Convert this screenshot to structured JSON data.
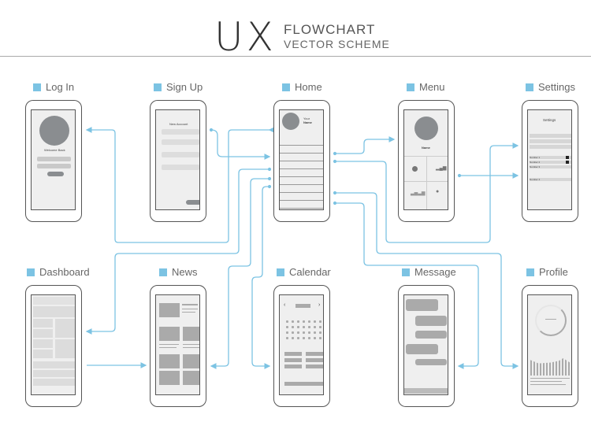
{
  "header": {
    "title": "UX",
    "subtitle_1": "FLOWCHART",
    "subtitle_2": "VECTOR SCHEME"
  },
  "screens": {
    "login": {
      "label": "Log In",
      "welcome": "Welcome Back"
    },
    "signup": {
      "label": "Sign Up",
      "heading": "New Account"
    },
    "home": {
      "label": "Home",
      "your": "Your",
      "name": "Name"
    },
    "menu": {
      "label": "Menu",
      "name": "Name"
    },
    "settings": {
      "label": "Settings",
      "heading": "Settings",
      "numbers": [
        "Number 1",
        "Number 2",
        "Number 3",
        "Number 4"
      ]
    },
    "dashboard": {
      "label": "Dashboard"
    },
    "news": {
      "label": "News"
    },
    "calendar": {
      "label": "Calendar",
      "prev": "‹",
      "next": "›"
    },
    "message": {
      "label": "Message"
    },
    "profile": {
      "label": "Profile"
    }
  },
  "colors": {
    "accent": "#7cc3e3",
    "outline": "#555555",
    "screen": "#efefef"
  }
}
